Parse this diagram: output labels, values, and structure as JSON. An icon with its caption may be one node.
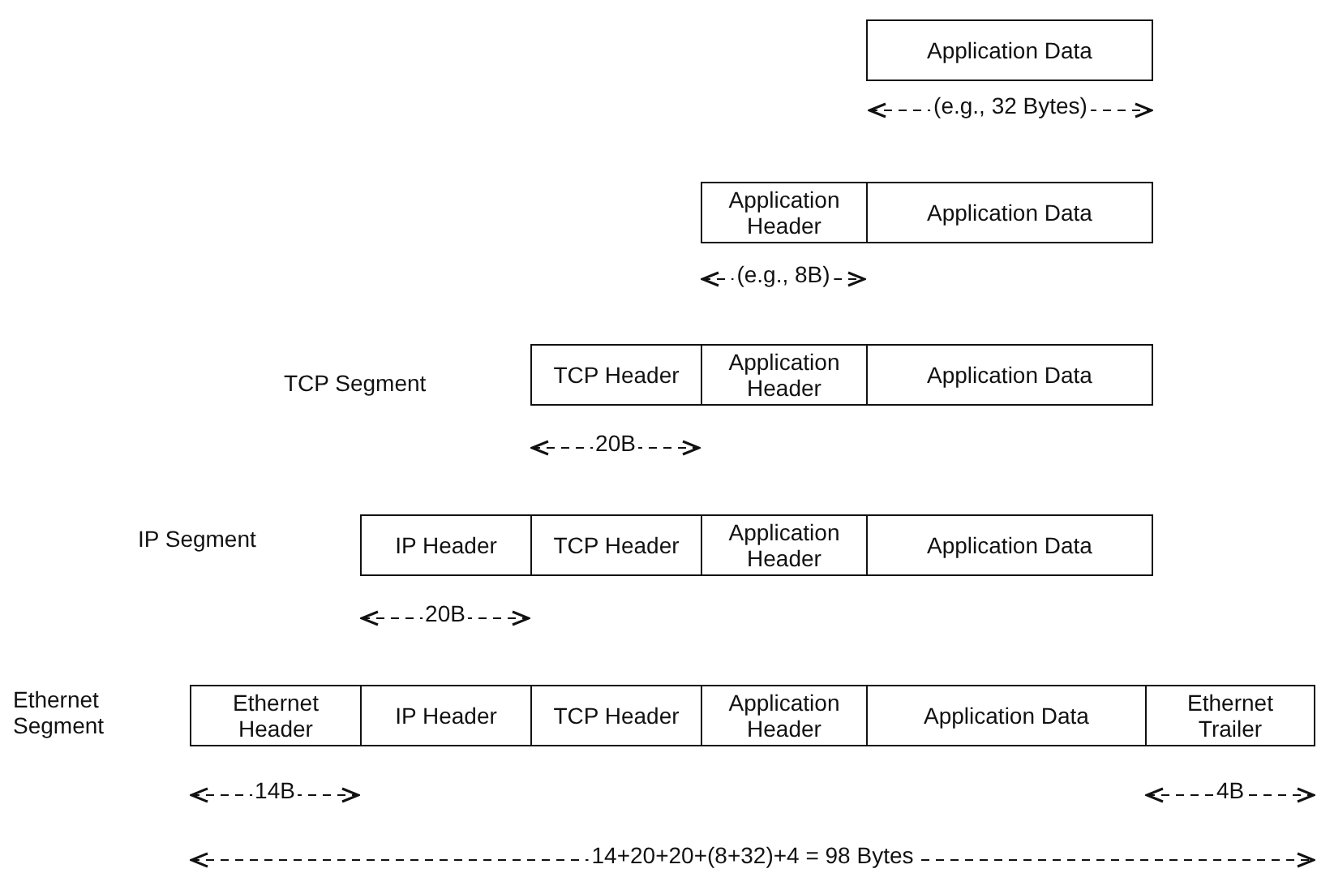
{
  "diagram": {
    "nodes": [
      {
        "text": [
          "Application Data"
        ]
      },
      {
        "text": [
          "Application Header"
        ]
      },
      {
        "text": [
          "Application Data"
        ]
      },
      {
        "text": [
          "TCP Header"
        ]
      },
      {
        "text": [
          "Application Header"
        ]
      },
      {
        "text": [
          "Application Data"
        ]
      },
      {
        "text": [
          "IP Header"
        ]
      },
      {
        "text": [
          "TCP Header"
        ]
      },
      {
        "text": [
          "Application Header"
        ]
      },
      {
        "text": [
          "Application Data"
        ]
      },
      {
        "text": [
          "Ethernet Header"
        ]
      },
      {
        "text": [
          "IP Header"
        ]
      },
      {
        "text": [
          "TCP Header"
        ]
      },
      {
        "text": [
          "Application Header"
        ]
      },
      {
        "text": [
          "Application Data"
        ]
      },
      {
        "text": [
          "Ethernet Trailer"
        ]
      }
    ],
    "edges": [],
    "labels": [
      "(e.g., 32 Bytes)",
      "(e.g., 8B)",
      "TCP Segment",
      "20B",
      "IP Segment",
      "20B",
      "Ethernet Segment",
      "14B",
      "4B",
      "14+20+20+(8+32)+4 = 98 Bytes"
    ]
  }
}
